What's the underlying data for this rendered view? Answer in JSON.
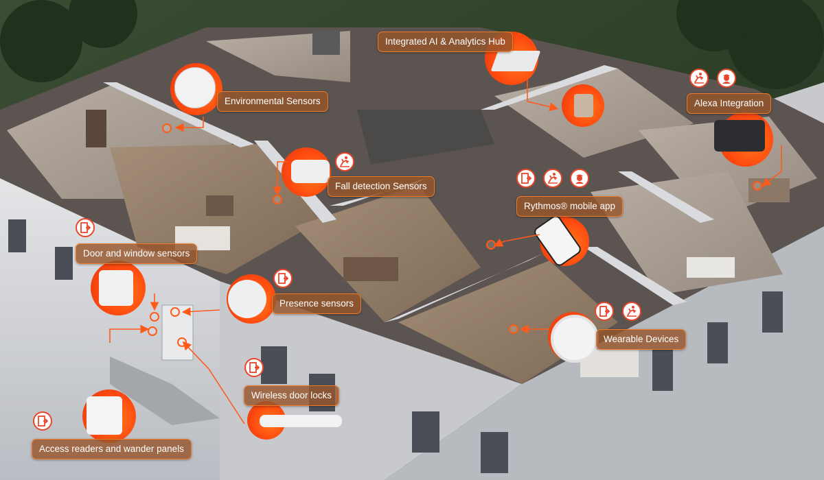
{
  "colors": {
    "accent": "#f07c2a",
    "badge_border": "#e8462a",
    "label_bg": "#96562c"
  },
  "labels": {
    "ai_hub": "Integrated AI & Analytics Hub",
    "environmental": "Environmental Sensors",
    "alexa": "Alexa Integration",
    "fall_detection": "Fall detection Sensors",
    "mobile_app": "Rythmos® mobile app",
    "door_window": "Door and window sensors",
    "presence": "Presence sensors",
    "wearable": "Wearable Devices",
    "door_locks": "Wireless door locks",
    "access_readers": "Access readers and wander panels"
  },
  "icons": [
    "door-exit-icon",
    "fall-icon",
    "nurse-icon"
  ]
}
